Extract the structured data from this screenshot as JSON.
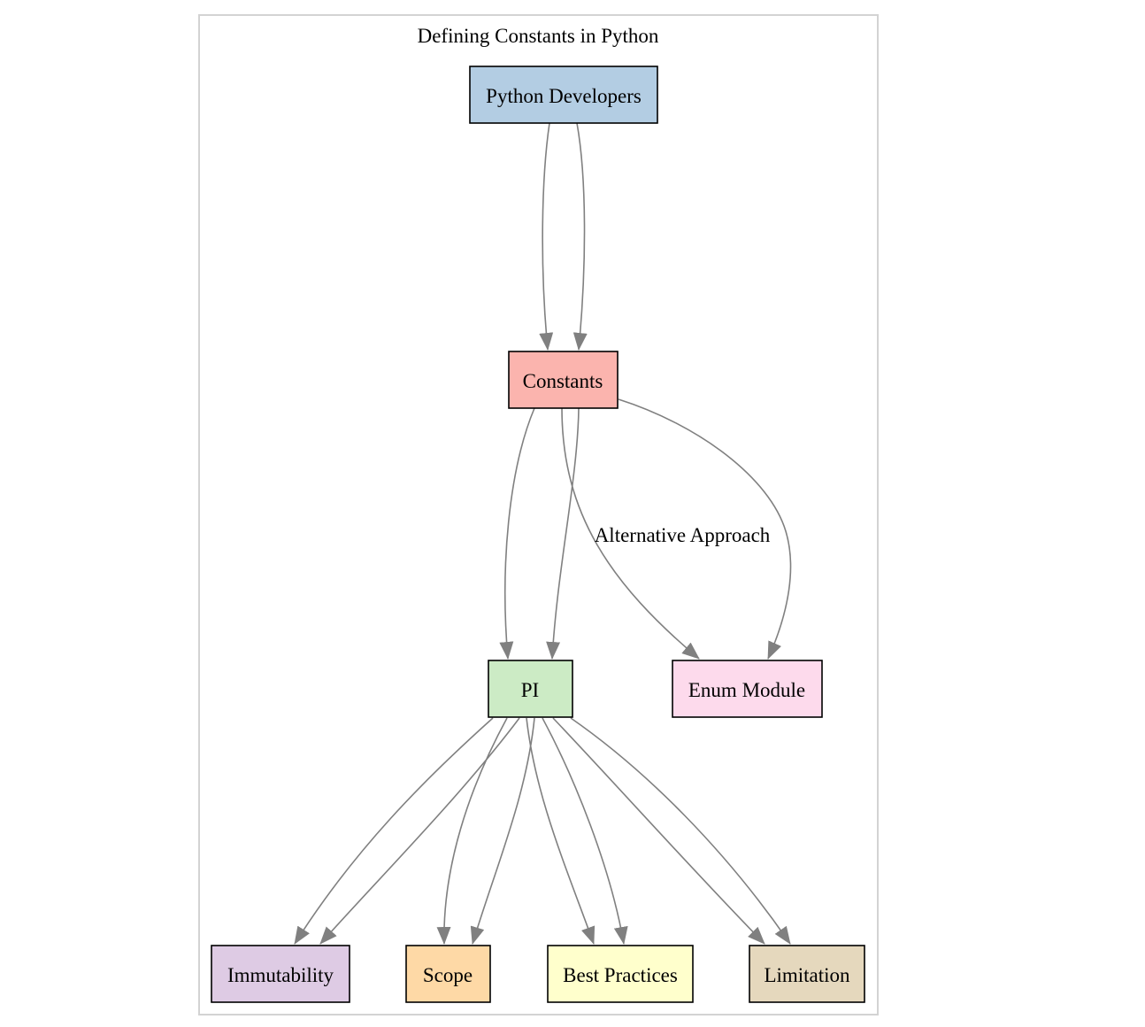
{
  "diagram": {
    "title": "Defining Constants in Python",
    "nodes": {
      "python_developers": {
        "label": "Python Developers",
        "color": "#b3cde3"
      },
      "constants": {
        "label": "Constants",
        "color": "#fbb4ae"
      },
      "pi": {
        "label": "PI",
        "color": "#ccebc5"
      },
      "enum_module": {
        "label": "Enum Module",
        "color": "#fddaec"
      },
      "immutability": {
        "label": "Immutability",
        "color": "#decbe4"
      },
      "scope": {
        "label": "Scope",
        "color": "#fed9a6"
      },
      "best_practices": {
        "label": "Best Practices",
        "color": "#ffffcc"
      },
      "limitation": {
        "label": "Limitation",
        "color": "#e5d8bd"
      }
    },
    "edges": [
      {
        "from": "python_developers",
        "to": "constants",
        "label": ""
      },
      {
        "from": "python_developers",
        "to": "constants",
        "label": ""
      },
      {
        "from": "constants",
        "to": "pi",
        "label": ""
      },
      {
        "from": "constants",
        "to": "pi",
        "label": ""
      },
      {
        "from": "constants",
        "to": "enum_module",
        "label": "Alternative Approach"
      },
      {
        "from": "constants",
        "to": "enum_module",
        "label": ""
      },
      {
        "from": "pi",
        "to": "immutability",
        "label": ""
      },
      {
        "from": "pi",
        "to": "immutability",
        "label": ""
      },
      {
        "from": "pi",
        "to": "scope",
        "label": ""
      },
      {
        "from": "pi",
        "to": "scope",
        "label": ""
      },
      {
        "from": "pi",
        "to": "best_practices",
        "label": ""
      },
      {
        "from": "pi",
        "to": "best_practices",
        "label": ""
      },
      {
        "from": "pi",
        "to": "limitation",
        "label": ""
      },
      {
        "from": "pi",
        "to": "limitation",
        "label": ""
      }
    ],
    "colors": {
      "edge": "#808080",
      "node_border": "#000000",
      "frame": "#d3d3d3"
    }
  }
}
